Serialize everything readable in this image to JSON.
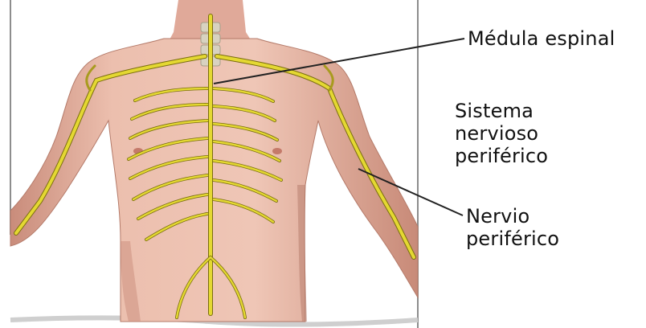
{
  "labels": {
    "spinal_cord": "Médula espinal",
    "peripheral_system": [
      "Sistema",
      "nervioso",
      "periférico"
    ],
    "peripheral_nerve": [
      "Nervio",
      "periférico"
    ]
  },
  "colors": {
    "skin": "#e9b7a6",
    "skin_shadow": "#c98c7b",
    "nerve": "#e4d832",
    "nerve_outline": "#7a6d10",
    "frame": "#8d8d8d",
    "leader_line": "#222222"
  }
}
